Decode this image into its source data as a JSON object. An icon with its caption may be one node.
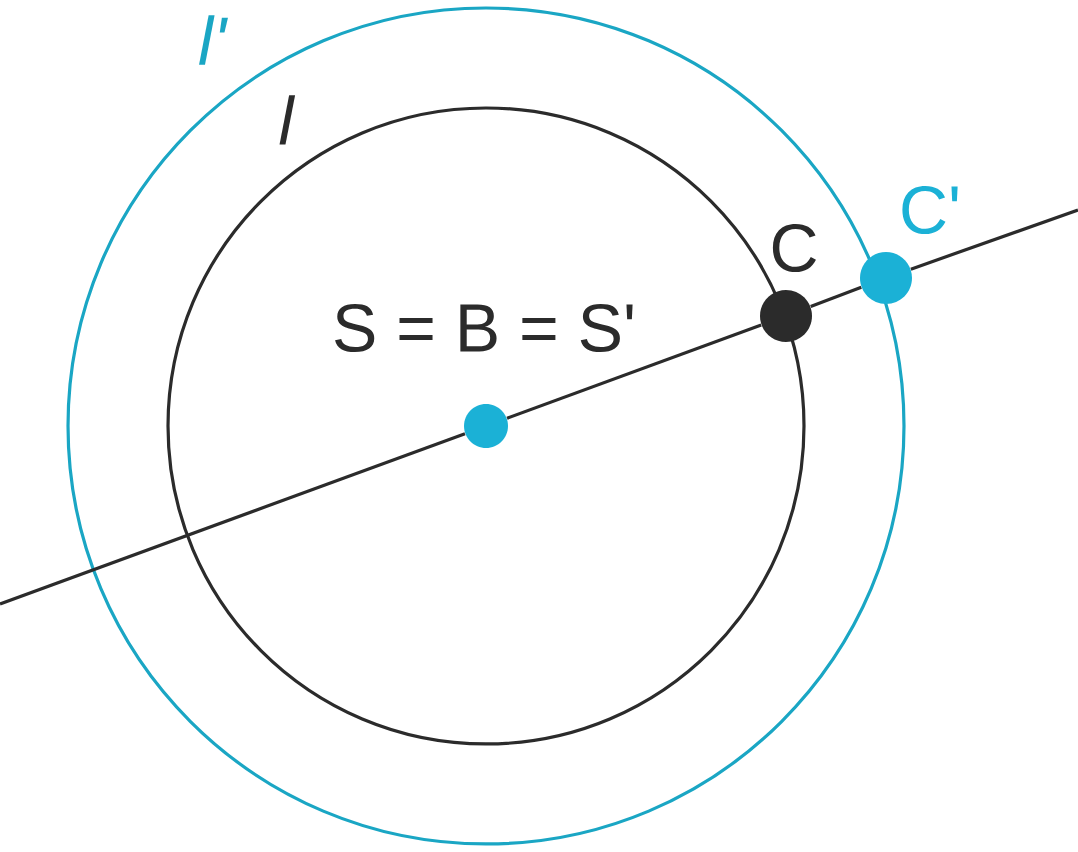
{
  "diagram": {
    "nodes": [
      {
        "text": [],
        "shape": "circle",
        "beside": [
          "l'"
        ]
      },
      {
        "text": [],
        "shape": "circle",
        "beside": [
          "l"
        ],
        "in": 0
      },
      {
        "text": [],
        "shape": "circle",
        "beside": [
          "S = B = S'"
        ],
        "in": 1
      },
      {
        "text": [],
        "shape": "circle",
        "beside": [
          "C"
        ],
        "in": 0
      },
      {
        "text": [],
        "shape": "circle",
        "beside": [
          "C'"
        ]
      }
    ],
    "edges": [
      {
        "from": null,
        "to": 2,
        "arrow": "none"
      },
      {
        "from": 2,
        "to": 3,
        "arrow": "none"
      },
      {
        "from": 3,
        "to": 4,
        "arrow": "none"
      },
      {
        "from": 4,
        "to": null,
        "arrow": "none"
      }
    ]
  }
}
